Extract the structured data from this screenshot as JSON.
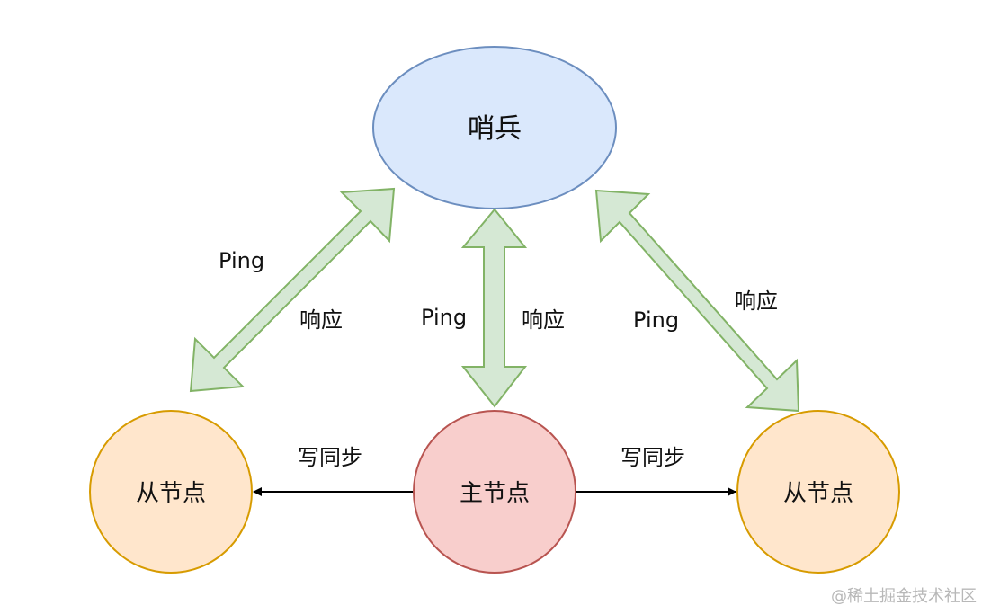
{
  "nodes": {
    "sentinel": {
      "label": "哨兵",
      "fill": "#dae8fc",
      "stroke": "#6c8ebf"
    },
    "master": {
      "label": "主节点",
      "fill": "#f8cecc",
      "stroke": "#b85450"
    },
    "slave_left": {
      "label": "从节点",
      "fill": "#ffe6cc",
      "stroke": "#d79b00"
    },
    "slave_right": {
      "label": "从节点",
      "fill": "#ffe6cc",
      "stroke": "#d79b00"
    }
  },
  "arrows": {
    "fill": "#d5e8d4",
    "stroke": "#82b366"
  },
  "edge_labels": {
    "left_ping": "Ping",
    "left_response": "响应",
    "center_ping": "Ping",
    "center_response": "响应",
    "right_ping": "Ping",
    "right_response": "响应",
    "sync_left": "写同步",
    "sync_right": "写同步"
  },
  "watermark": "@稀土掘金技术社区"
}
